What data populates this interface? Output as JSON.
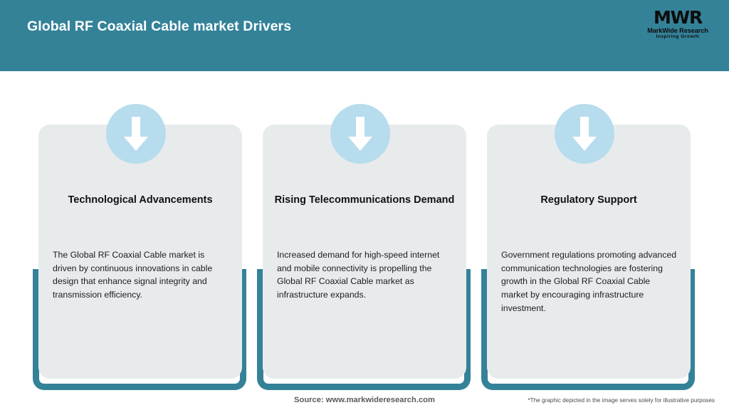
{
  "header": {
    "title": "Global RF Coaxial Cable market Drivers",
    "background_color": "#348298",
    "title_color": "#ffffff",
    "logo": {
      "mark": "MWR",
      "name": "MarkWide Research",
      "tagline": "Inspiring Growth"
    }
  },
  "theme": {
    "accent_teal": "#348298",
    "card_background": "#e8ebec",
    "icon_circle_color": "#b6dced",
    "arrow_color": "#ffffff"
  },
  "cards": [
    {
      "icon": "down-arrow-icon",
      "title": "Technological Advancements",
      "body": "The Global RF Coaxial Cable market is driven by continuous innovations in cable design that enhance signal integrity and transmission efficiency."
    },
    {
      "icon": "down-arrow-icon",
      "title": "Rising Telecommunications Demand",
      "body": "Increased demand for high-speed internet and mobile connectivity is propelling the Global RF Coaxial Cable market as infrastructure expands."
    },
    {
      "icon": "down-arrow-icon",
      "title": "Regulatory Support",
      "body": "Government regulations promoting advanced communication technologies are fostering growth in the Global RF Coaxial Cable market by encouraging infrastructure investment."
    }
  ],
  "footer": {
    "source": "Source: www.markwideresearch.com",
    "disclaimer": "*The graphic depicted in the image serves solely for illustrative purposes"
  }
}
